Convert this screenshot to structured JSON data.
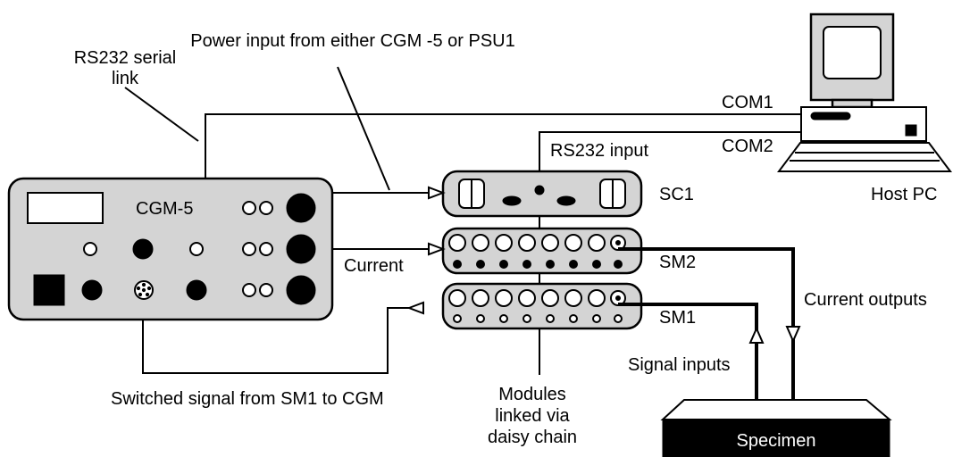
{
  "labels": {
    "rs232_serial_line1": "RS232 serial",
    "rs232_serial_line2": "link",
    "power_input": "Power input from either CGM -5 or PSU1",
    "com1": "COM1",
    "com2": "COM2",
    "rs232_input": "RS232 input",
    "host_pc": "Host PC",
    "cgm5": "CGM-5",
    "sc1": "SC1",
    "sm2": "SM2",
    "sm1": "SM1",
    "current": "Current",
    "current_outputs": "Current outputs",
    "signal_inputs": "Signal inputs",
    "switched_signal": "Switched signal from SM1 to CGM",
    "modules_line1": "Modules",
    "modules_line2": "linked via",
    "modules_line3": "daisy chain",
    "specimen": "Specimen"
  },
  "colors": {
    "panel_fill": "#d4d4d4",
    "line": "#000000",
    "background": "#ffffff"
  }
}
